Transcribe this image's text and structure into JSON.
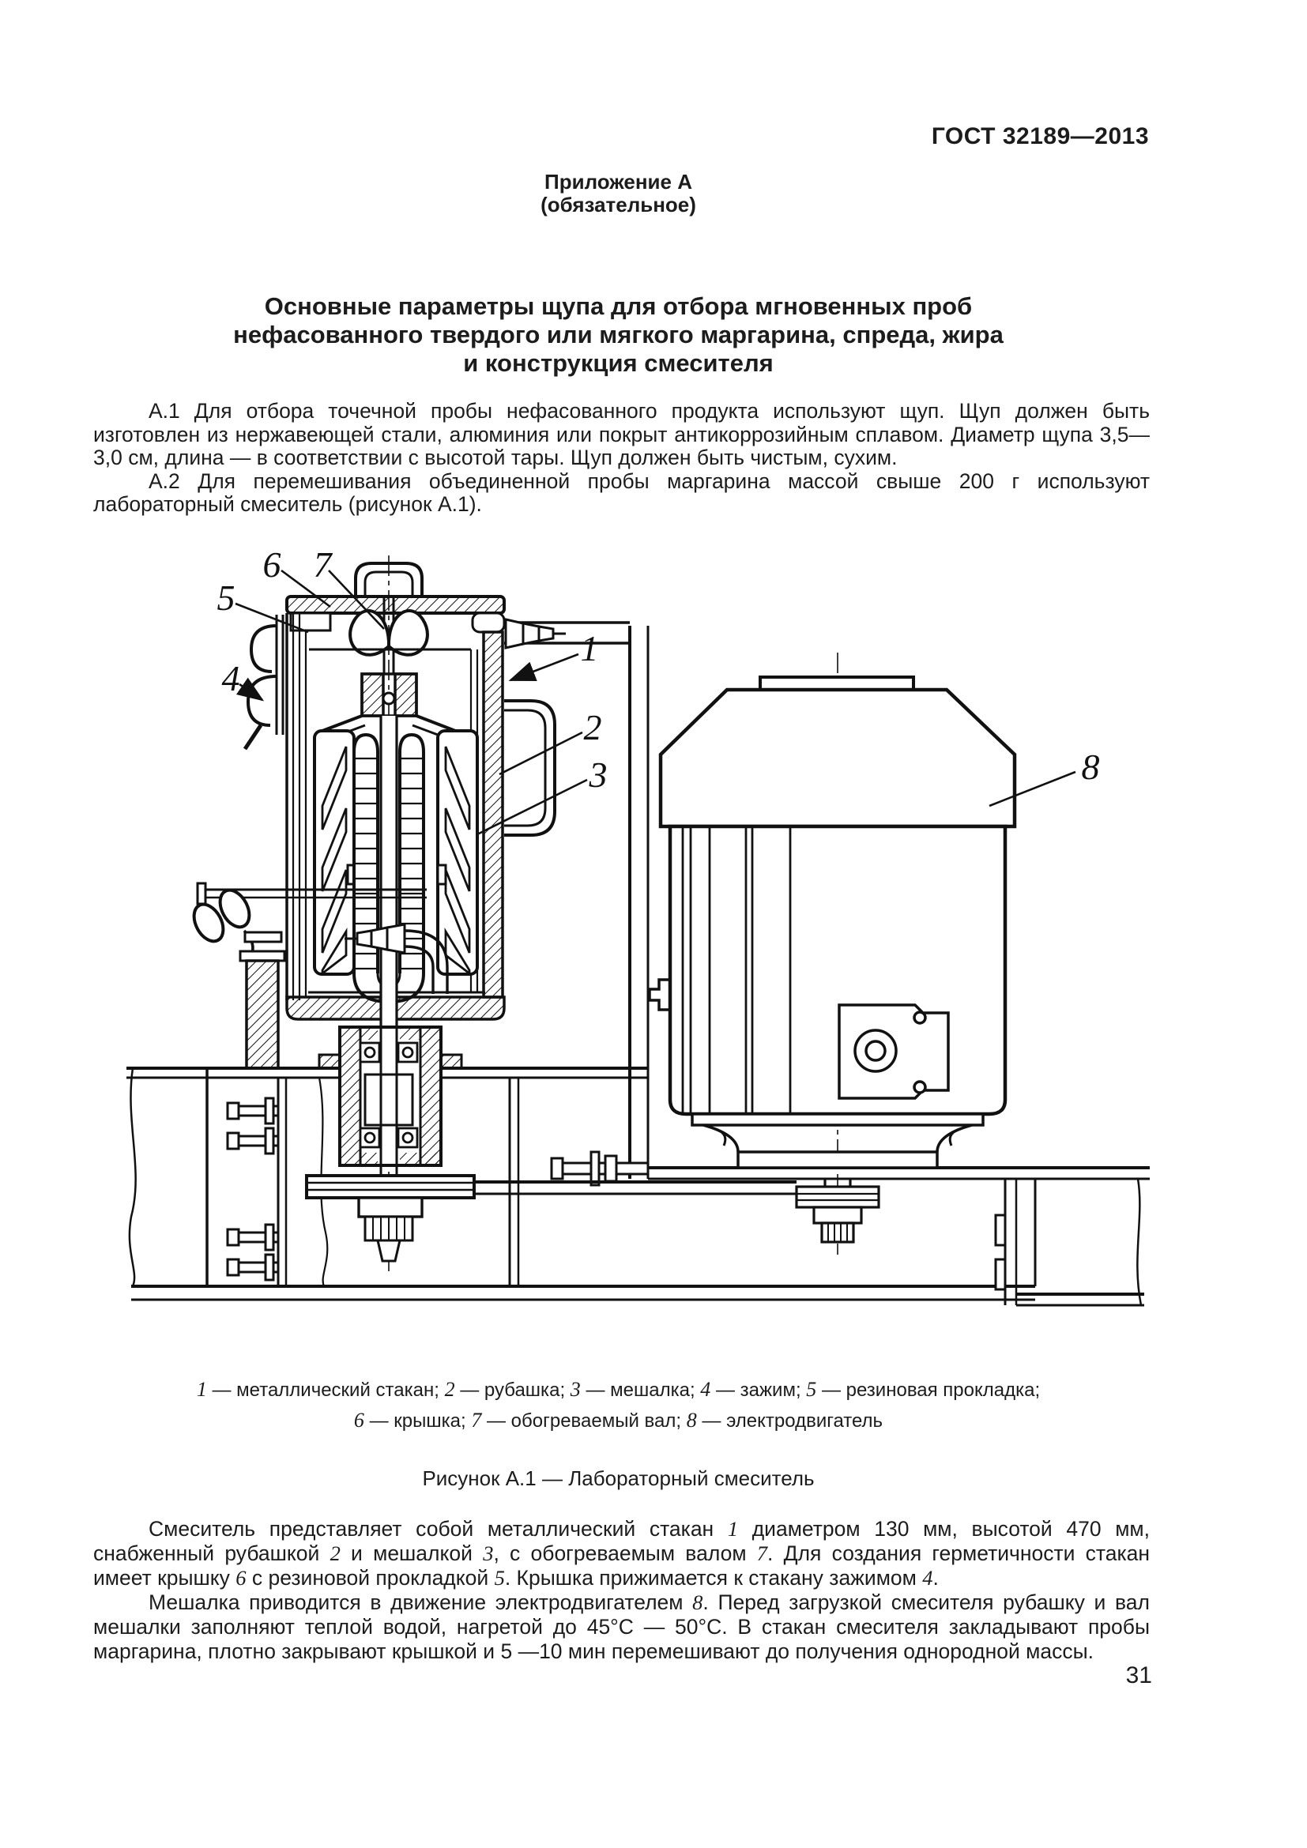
{
  "header": {
    "code": "ГОСТ 32189—2013"
  },
  "appendix": {
    "line1": "Приложение А",
    "line2": "(обязательное)"
  },
  "title": {
    "lines": [
      "Основные параметры щупа для отбора мгновенных проб",
      "нефасованного твердого или мягкого маргарина, спреда, жира",
      "и конструкция смесителя"
    ]
  },
  "paragraphs": {
    "a1": "А.1 Для отбора точечной пробы нефасованного продукта используют щуп. Щуп должен быть изготовлен из нержавеющей стали, алюминия или покрыт антикоррозийным сплавом. Диаметр щупа 3,5—3,0 см, длина — в соответствии с высотой тары. Щуп должен быть чистым, сухим.",
    "a2": "А.2 Для перемешивания объединенной пробы маргарина массой свыше 200 г используют лабораторный смеситель (рисунок А.1)."
  },
  "figure": {
    "caption": "Рисунок А.1 — Лабораторный смеситель",
    "callouts": [
      {
        "n": "1"
      },
      {
        "n": "2"
      },
      {
        "n": "3"
      },
      {
        "n": "4"
      },
      {
        "n": "5"
      },
      {
        "n": "6"
      },
      {
        "n": "7"
      },
      {
        "n": "8"
      }
    ]
  },
  "legend": {
    "rows": [
      [
        {
          "n": "1",
          "term": "металлический стакан"
        },
        {
          "n": "2",
          "term": "рубашка"
        },
        {
          "n": "3",
          "term": "мешалка"
        },
        {
          "n": "4",
          "term": "зажим"
        },
        {
          "n": "5",
          "term": "резиновая прокладка"
        }
      ],
      [
        {
          "n": "6",
          "term": "крышка"
        },
        {
          "n": "7",
          "term": "обогреваемый вал"
        },
        {
          "n": "8",
          "term": "электродвигатель"
        }
      ]
    ],
    "separator": "; ",
    "dash": " — ",
    "row_suffixes": [
      ";",
      ""
    ]
  },
  "body2": {
    "p1": [
      {
        "t": "Смеситель представляет собой металлический стакан "
      },
      {
        "t": "1",
        "i": 1
      },
      {
        "t": " диаметром 130 мм, высотой 470 мм, снабженный рубашкой "
      },
      {
        "t": "2",
        "i": 1
      },
      {
        "t": " и мешалкой "
      },
      {
        "t": "3",
        "i": 1
      },
      {
        "t": ", с обогреваемым валом "
      },
      {
        "t": "7",
        "i": 1
      },
      {
        "t": ". Для создания герметичности стакан имеет крышку "
      },
      {
        "t": "6",
        "i": 1
      },
      {
        "t": " с резиновой прокладкой "
      },
      {
        "t": "5",
        "i": 1
      },
      {
        "t": ". Крышка прижимается к стакану зажимом "
      },
      {
        "t": "4",
        "i": 1
      },
      {
        "t": "."
      }
    ],
    "p2": [
      {
        "t": "Мешалка приводится в движение электродвигателем "
      },
      {
        "t": "8",
        "i": 1
      },
      {
        "t": ". Перед загрузкой смесителя рубашку и вал мешалки заполняют теплой водой, нагретой до 45°С — 50°С. В стакан смесителя закладывают пробы маргарина, плотно закрывают крышкой и 5 —10 мин перемешивают до получения однородной массы."
      }
    ]
  },
  "footer": {
    "page_number": "31"
  }
}
